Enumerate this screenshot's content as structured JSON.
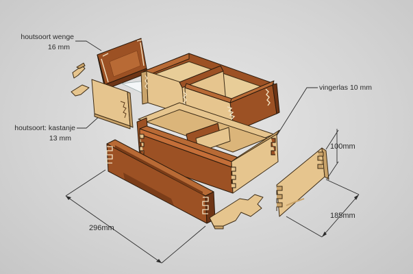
{
  "labels": {
    "wenge_line1": "houtsoort wenge",
    "wenge_line2": "16 mm",
    "kastanje_line1": "houtsoort: kastanje",
    "kastanje_line2": "13 mm",
    "vingerlas": "vingerlas 10 mm"
  },
  "dimensions": {
    "length": "296mm",
    "height": "100mm",
    "width": "185mm"
  },
  "colors": {
    "wenge": "#9c5124",
    "wenge_dark": "#6e3516",
    "wenge_mid": "#b86a35",
    "kastanje": "#e6c58e",
    "kastanje_dark": "#c9a36a",
    "background": "#d9d9d9"
  }
}
